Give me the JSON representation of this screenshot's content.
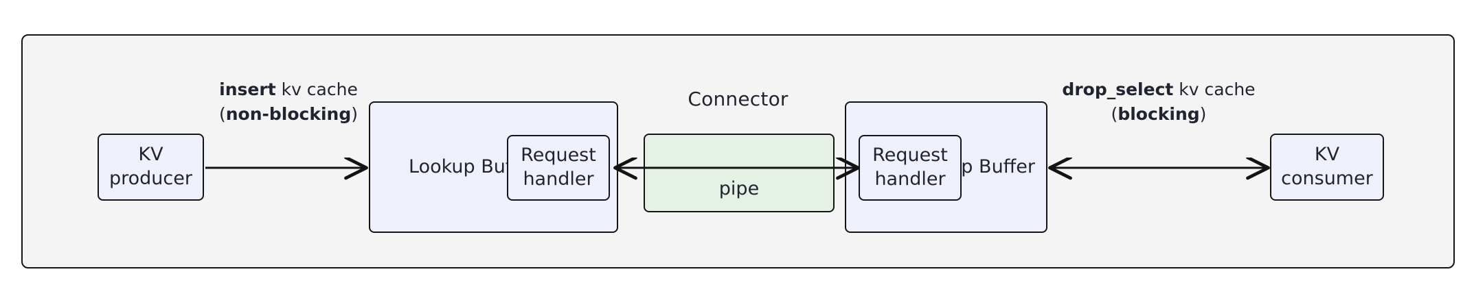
{
  "diagram": {
    "container": {
      "title": "Connector",
      "fill": "#f4f4f4",
      "stroke": "#141414"
    },
    "nodes": {
      "kv_producer": {
        "line1": "KV",
        "line2": "producer",
        "fill": "#eef1fb"
      },
      "kv_consumer": {
        "line1": "KV",
        "line2": "consumer",
        "fill": "#eef1fb"
      },
      "lookup_buffer_left": {
        "line1": "Lookup",
        "line2": "Buffer",
        "fill": "#eef1fb"
      },
      "lookup_buffer_right": {
        "line1": "Lookup",
        "line2": "Buffer",
        "fill": "#eef1fb"
      },
      "request_handler_left": {
        "line1": "Request",
        "line2": "handler",
        "fill": "#eef1fb"
      },
      "request_handler_right": {
        "line1": "Request",
        "line2": "handler",
        "fill": "#eef1fb"
      },
      "pipe": {
        "label": "pipe",
        "fill": "#e4f1e4"
      }
    },
    "edges": {
      "insert": {
        "line1_bold": "insert",
        "line1_rest": " kv cache",
        "line2_open": "(",
        "line2_bold": "non-blocking",
        "line2_close": ")",
        "direction": "right"
      },
      "pipe_edge": {
        "direction": "bidirectional"
      },
      "drop_select": {
        "line1_bold": "drop_select",
        "line1_rest": " kv cache",
        "line2_open": "(",
        "line2_bold": "blocking",
        "line2_close": ")",
        "direction": "bidirectional"
      }
    }
  }
}
